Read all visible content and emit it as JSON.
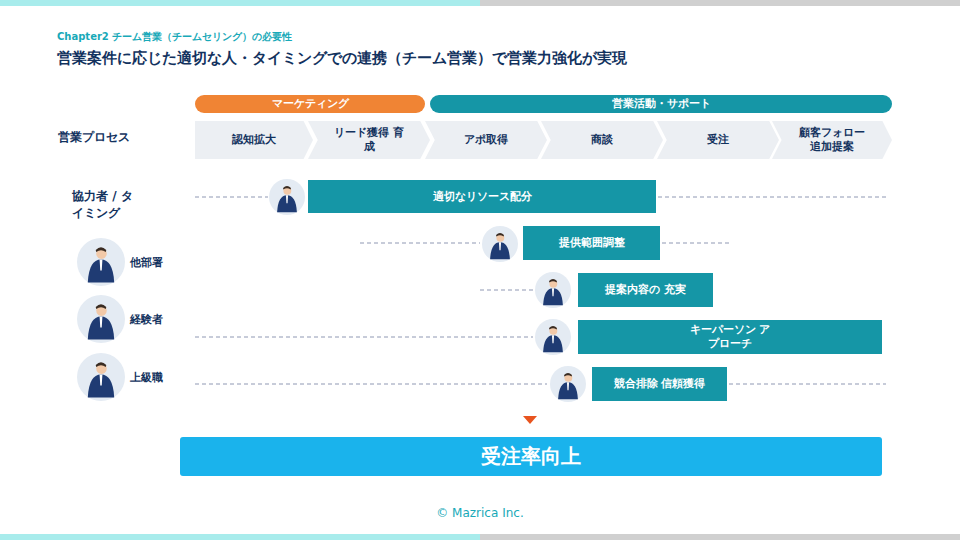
{
  "diagram": {
    "title": "営業案件に応じた適切な人・タイミングでの連携（チーム営業）で営業力強化が実現",
    "nodes": [
      {
        "text": [
          "マーケティング"
        ]
      },
      {
        "text": [
          "営業活動・サポート"
        ]
      },
      {
        "text": [
          "認知拡大"
        ]
      },
      {
        "text": [
          "リード獲得 育成"
        ]
      },
      {
        "text": [
          "アポ取得"
        ]
      },
      {
        "text": [
          "商談"
        ]
      },
      {
        "text": [
          "受注"
        ]
      },
      {
        "text": [
          "顧客フォロー 追加提案"
        ]
      },
      {
        "text": [
          "適切なリソース配分"
        ]
      },
      {
        "text": [
          "提供範囲調整"
        ]
      },
      {
        "text": [
          "提案内容の 充実"
        ]
      },
      {
        "text": [
          "キーパーソン アプローチ"
        ]
      },
      {
        "text": [
          "競合排除 信頼獲得"
        ]
      },
      {
        "text": [
          "受注率向上"
        ]
      }
    ],
    "labels": [
      "Chapter2 チーム営業（チームセリング）の必要性",
      "営業プロセス",
      "協力者 / タイミング",
      "他部署",
      "経験者",
      "上級職",
      "© Mazrica Inc."
    ]
  }
}
